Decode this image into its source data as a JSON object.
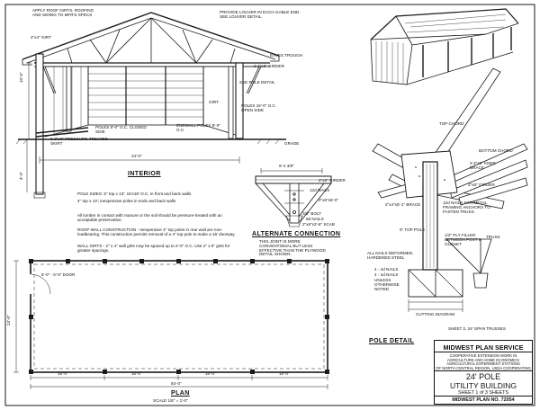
{
  "sheet": {
    "border_color": "#111111",
    "line_color": "#1a1a1a"
  },
  "cross_section": {
    "note_roof": "APPLY ROOF GIRTS, ROOFING AND SIDING TO MFR'S SPECS",
    "purlin": "2\"x4\" GIRT",
    "louver": "PROVIDE LOUVER IN EACH GABLE END. SEE LOUVER DETAIL.",
    "eaves": "EAVES TROUGH",
    "girder": "2-2\"x8\" GIRDER",
    "pole_detail": "SEE POLE DETAIL",
    "girt": "GIRT",
    "poles_closed": "POLES 8'-0\" O.C. CLOSED SIDE",
    "poles_open": "POLES 16'-0\" O.C. OPEN SIDE",
    "endwall_poles": "ENDWALL POLES 8'-0\" O.C.",
    "skirt": "2-2\"x6\" PRESSURE-TREATED SKIRT",
    "grade": "GRADE",
    "height_dim": "10'-0\"",
    "span_dim": "24'-0\"",
    "depth_dim": "4'-0\""
  },
  "interior": {
    "heading": "INTERIOR",
    "note1": "POLE SIZES: 5\" top x 13'; 16'x18' O.C. in front and back walls",
    "note2": "4\" top x 13'; inexpensive poles in ends and back walls",
    "note3": "All lumber in contact with manure or the soil should be pressure-treated with an acceptable preservative.",
    "note4": "ROOF-WALL CONSTRUCTION - Inexpensive 4\" top poles in rear wall are non-loadbearing. This construction permits removal of a 4\" top pole to make a 16' doorway.",
    "note5": "WALL GIRTS - 2\" x 4\" wall girts may be spaced up to 2'-0\" O.C. Use 2\" x 6\" girts for greater spacings."
  },
  "alternate": {
    "heading": "ALTERNATE CONNECTION",
    "dim_top": "6'-4 3/8\"",
    "girder": "2\"x8\" GIRDER",
    "nails": "12d NAILS",
    "scab": "2\"x6\"x6'-0\"",
    "bolt": "3/8\" BOLT",
    "nails2": "8d NAILS",
    "scab2": "2\"x6\"x2'-6\" SCAB",
    "note": "THIS JOINT IS MORE CONVENTIONAL BUT LESS EFFECTIVE THAN THE PLYWOOD DETAIL SHOWN."
  },
  "plan": {
    "door": "5'-0\" - 6'-8\" DOOR",
    "depth": "24'-0\"",
    "width": "64'-0\"",
    "bays": [
      "16'-0\"",
      "16'-0\"",
      "16'-0\"",
      "16'-0\""
    ],
    "heading": "PLAN",
    "scale": "SCALE 1/8\" = 1'-0\""
  },
  "pole_detail": {
    "top_chord": "TOP CHORD",
    "bottom_chord": "BOTTOM CHORD",
    "knee_brace": "2-2\"x6\" KNEE BRACE",
    "girder": "2\"x8\" GIRDER",
    "brace": "2\"x4\"x5'-1\" BRACE",
    "nails_metal": "12d NAILS FOR METAL FRAMING ANCHORS TO FASTEN TRUSS",
    "top_pole": "5\" TOP POLE",
    "filler": "1/2\" PLY FILLER BETWEEN POST & GUSSET",
    "nails_deformed": "ALL NAILS DEFORMED, HARDENED STEEL",
    "nail_sched1": "4 - 4d NAILS",
    "nail_sched2": "4 - 4d NAILS",
    "unless": "UNLESS OTHERWISE NOTED",
    "cutting": "CUTTING DIAGRAM",
    "gusset": "TRUSS",
    "sheet_ref": "SHEET 2, 24' SPAN TRUSSES",
    "heading": "POLE DETAIL"
  },
  "title_block": {
    "org": "MIDWEST PLAN SERVICE",
    "sub1": "COOPERATIVE EXTENSION WORK IN",
    "sub2": "AGRICULTURE AND HOME ECONOMICS",
    "sub3": "AGRICULTURAL EXPERIMENT STATIONS",
    "sub4": "OF NORTH CENTRAL REGION, USDA COOPERATING",
    "title1": "24' POLE",
    "title2": "UTILITY BUILDING",
    "sheet": "SHEET 1 of 3 SHEETS",
    "plan_no": "MIDWEST PLAN NO. 72054"
  }
}
